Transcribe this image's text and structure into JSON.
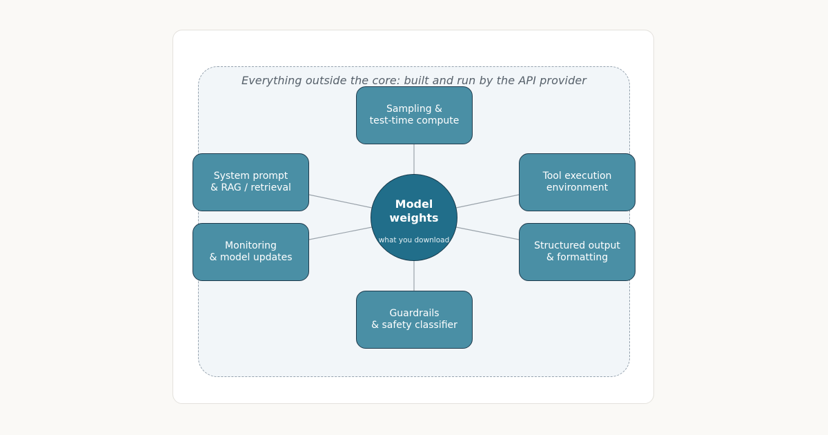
{
  "region": {
    "caption": "Everything outside the core: built and run by the API provider"
  },
  "core": {
    "title": "Model\nweights",
    "subtitle": "what you download"
  },
  "nodes": {
    "sampling": "Sampling &\ntest-time compute",
    "system_prompt": "System prompt\n& RAG / retrieval",
    "tool_execution": "Tool execution\nenvironment",
    "monitoring": "Monitoring\n& model updates",
    "structured_output": "Structured output\n& formatting",
    "guardrails": "Guardrails\n& safety classifier"
  },
  "colors": {
    "node_fill": "#4a8fa5",
    "core_fill": "#216e8a",
    "region_fill": "#f2f6f9",
    "connector": "#9aa3ab"
  }
}
